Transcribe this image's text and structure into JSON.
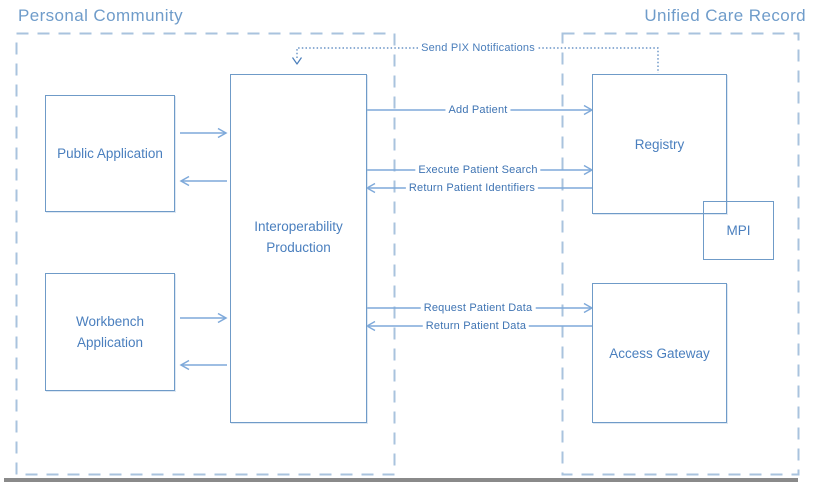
{
  "titles": {
    "personal_community": "Personal Community",
    "unified_care_record": "Unified Care Record"
  },
  "nodes": {
    "public_application": "Public Application",
    "workbench_application": "Workbench Application",
    "interoperability_production": "Interoperability Production",
    "registry": "Registry",
    "mpi": "MPI",
    "access_gateway": "Access Gateway"
  },
  "flows": {
    "send_pix_notifications": "Send PIX Notifications",
    "add_patient": "Add Patient",
    "execute_patient_search": "Execute Patient Search",
    "return_patient_identifiers": "Return Patient Identifiers",
    "request_patient_data": "Request Patient Data",
    "return_patient_data": "Return Patient Data"
  },
  "colors": {
    "title_text": "#6f9cca",
    "node_border": "#6f9bc8",
    "node_text": "#4a7fbe",
    "container_dash": "#a9c3de",
    "connector": "#7ea9da",
    "flow_label_text": "#3f74b3",
    "pix_dotted": "#4a7ebb",
    "baseline_gray": "#8a8a8a"
  }
}
